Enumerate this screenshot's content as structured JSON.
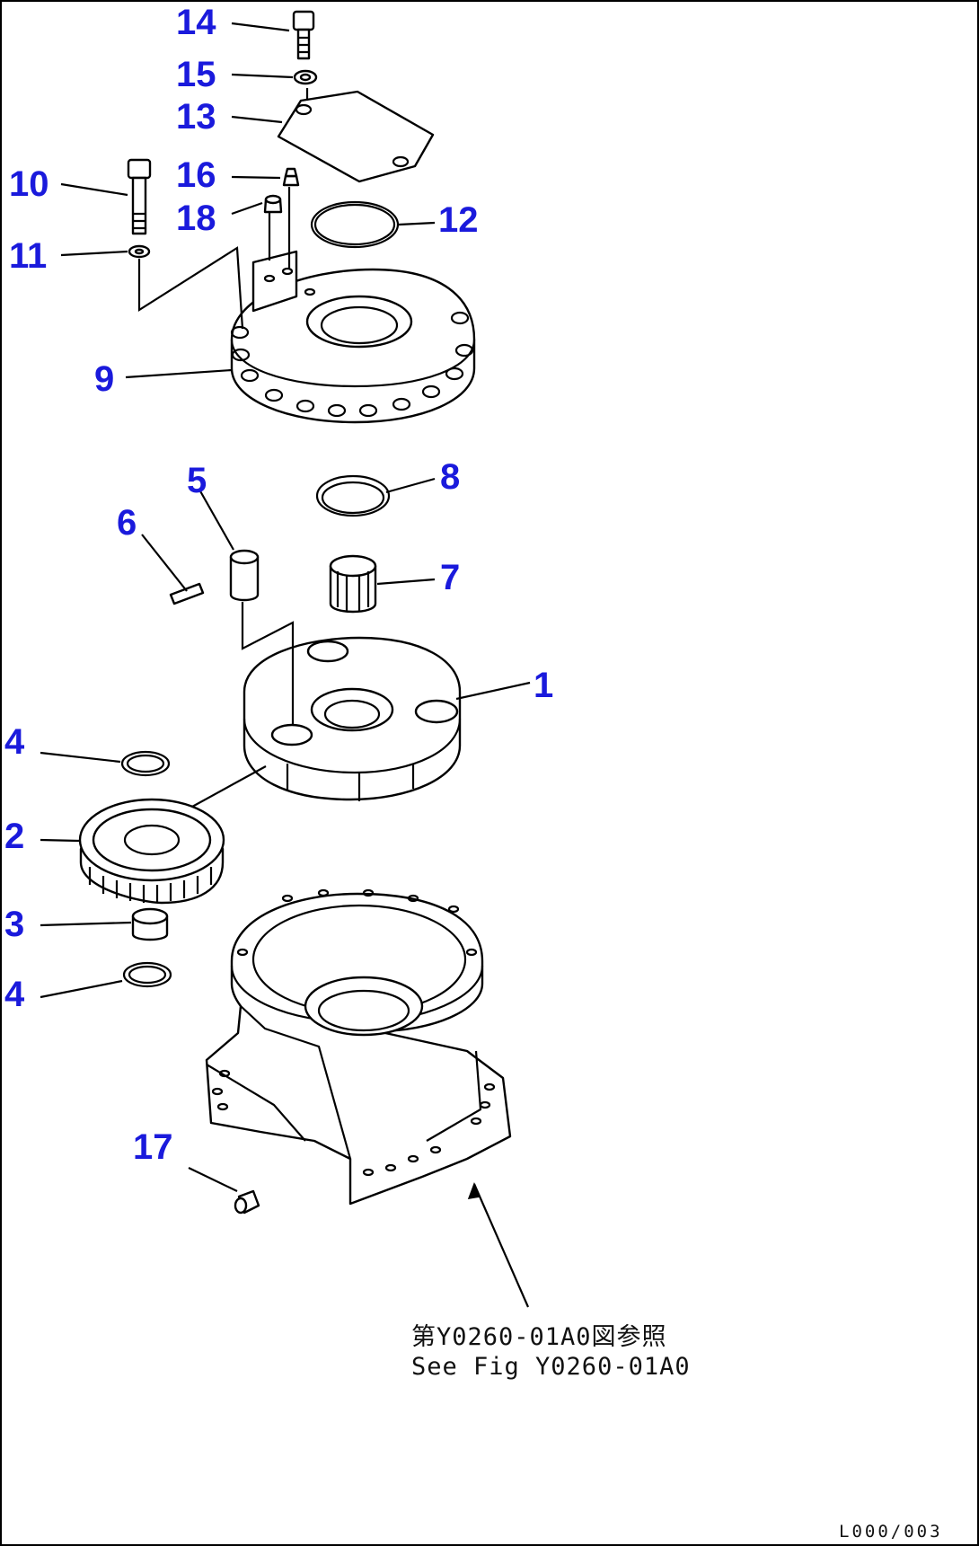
{
  "diagram": {
    "callouts": [
      {
        "id": "14",
        "label": "14"
      },
      {
        "id": "15",
        "label": "15"
      },
      {
        "id": "13",
        "label": "13"
      },
      {
        "id": "16",
        "label": "16"
      },
      {
        "id": "10",
        "label": "10"
      },
      {
        "id": "18",
        "label": "18"
      },
      {
        "id": "12",
        "label": "12"
      },
      {
        "id": "11",
        "label": "11"
      },
      {
        "id": "9",
        "label": "9"
      },
      {
        "id": "5",
        "label": "5"
      },
      {
        "id": "8",
        "label": "8"
      },
      {
        "id": "6",
        "label": "6"
      },
      {
        "id": "7",
        "label": "7"
      },
      {
        "id": "1",
        "label": "1"
      },
      {
        "id": "4a",
        "label": "4"
      },
      {
        "id": "2",
        "label": "2"
      },
      {
        "id": "3",
        "label": "3"
      },
      {
        "id": "4b",
        "label": "4"
      },
      {
        "id": "17",
        "label": "17"
      }
    ],
    "reference_note": {
      "line1": "第Y0260-01A0図参照",
      "line2": "See Fig Y0260-01A0"
    },
    "drawing_code": "L000/003"
  },
  "colors": {
    "callout": "#1a1adc",
    "line": "#000000",
    "background": "#ffffff"
  }
}
